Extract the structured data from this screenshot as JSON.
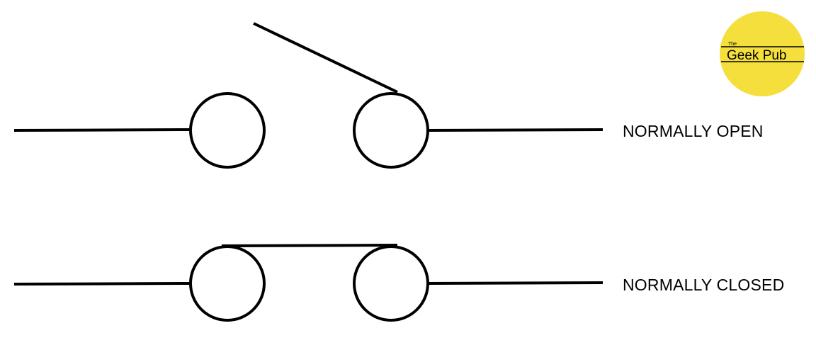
{
  "switches": [
    {
      "id": "normally-open",
      "label": "NORMALLY OPEN"
    },
    {
      "id": "normally-closed",
      "label": "NORMALLY CLOSED"
    }
  ],
  "logo": {
    "small_text": "The",
    "main_text": "Geek Pub",
    "color": "#f5df3c"
  },
  "colors": {
    "stroke": "#000000",
    "background": "#ffffff"
  }
}
